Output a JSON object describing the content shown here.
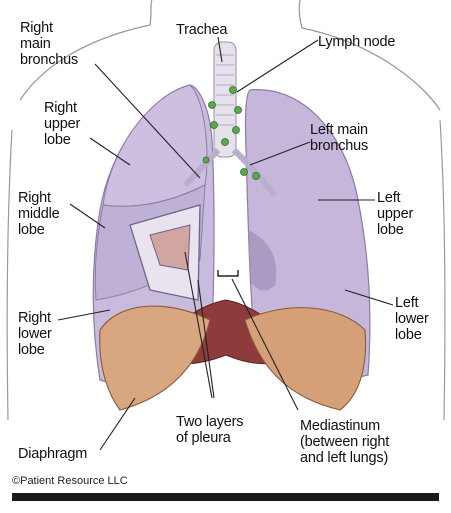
{
  "labels": {
    "trachea": "Trachea",
    "lymph_node": "Lymph node",
    "right_main_bronchus": "Right\nmain\nbronchus",
    "right_upper_lobe": "Right\nupper\nlobe",
    "left_main_bronchus": "Left main\nbronchus",
    "left_upper_lobe": "Left\nupper\nlobe",
    "right_middle_lobe": "Right\nmiddle\nlobe",
    "right_lower_lobe": "Right\nlower\nlobe",
    "left_lower_lobe": "Left\nlower\nlobe",
    "diaphragm": "Diaphragm",
    "two_layers_of_pleura": "Two layers\nof pleura",
    "mediastinum": "Mediastinum\n(between right\nand left lungs)"
  },
  "credit": "©Patient Resource LLC",
  "colors": {
    "lung": "#c9bbdc",
    "lung_dark": "#a596c0",
    "diaphragm": "#d9a77f",
    "muscle": "#8e3b3b",
    "airway": "#e6e1ea",
    "lymph": "#5ba84e"
  }
}
